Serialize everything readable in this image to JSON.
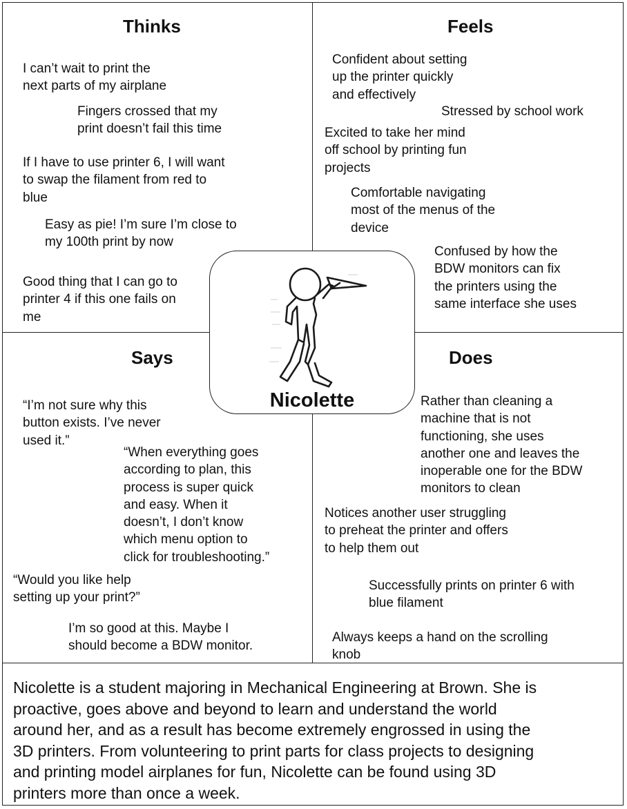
{
  "quadrants": {
    "thinks": {
      "title": "Thinks",
      "notes": [
        "I can’t wait to print the\nnext parts of my airplane",
        "Fingers crossed that my\nprint doesn’t fail this time",
        "If I have to use printer 6, I will want\nto swap the filament from red to\nblue",
        "Easy as pie! I’m sure I’m close to\nmy 100th print by now",
        "Good thing that I can go to\nprinter 4 if this one fails on\nme"
      ]
    },
    "feels": {
      "title": "Feels",
      "notes": [
        "Confident about setting\nup the printer quickly\nand effectively",
        "Stressed by school work",
        "Excited to take her mind\noff school by printing fun\nprojects",
        "Comfortable navigating\nmost of the menus of the\ndevice",
        "Confused by how the\nBDW monitors can fix\nthe printers using the\nsame interface she uses"
      ]
    },
    "says": {
      "title": "Says",
      "notes": [
        "“I’m not sure why this\nbutton exists. I’ve never\nused it.”",
        "“When everything goes\naccording to plan, this\nprocess is super quick\nand easy. When it\ndoesn’t, I don’t know\nwhich menu option to\nclick for troubleshooting.”",
        "“Would you like help\nsetting up your print?”",
        "I’m so good at this. Maybe I\nshould become a BDW monitor."
      ]
    },
    "does": {
      "title": "Does",
      "notes": [
        "Rather than cleaning a\nmachine that is not\nfunctioning, she uses\nanother one and leaves the\ninoperable one for the BDW\nmonitors to clean",
        "Notices another user struggling\nto preheat the printer and offers\nto help them out",
        "Successfully prints on printer 6 with\nblue filament",
        "Always keeps a hand on the scrolling\nknob"
      ]
    }
  },
  "persona": {
    "name": "Nicolette",
    "icon": "stick-figure-with-paper-airplane-icon"
  },
  "summary": "Nicolette is a student majoring in Mechanical Engineering at Brown. She is\nproactive, goes above and beyond to learn and understand the world\naround her, and as a result has become extremely engrossed in using the\n3D printers. From volunteering to print parts for class projects to designing\nand printing model airplanes for fun, Nicolette can be found using 3D\nprinters more than once a week."
}
